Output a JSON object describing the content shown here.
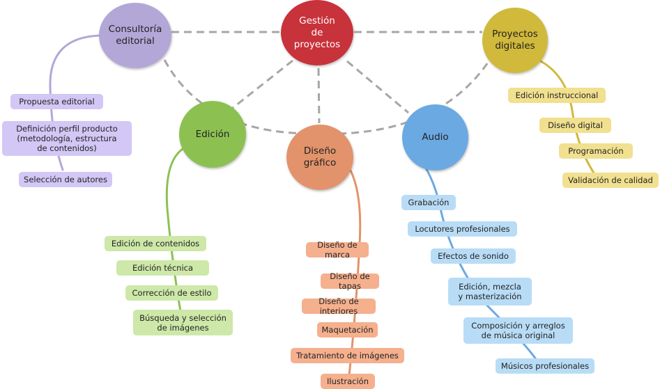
{
  "colors": {
    "gestion": "#c8323b",
    "consultoria": "#b3a7d8",
    "proyectos": "#d1b93b",
    "edicion": "#8cc152",
    "diseno": "#e2936b",
    "audio": "#6ba9e3",
    "dashes": "#a6a6a6"
  },
  "nodes": {
    "gestion": "Gestión\nde\nproyectos",
    "consultoria": "Consultoría\neditorial",
    "proyectos": "Proyectos\ndigitales",
    "edicion": "Edición",
    "diseno": "Diseño\ngráfico",
    "audio": "Audio"
  },
  "consultoria_items": [
    "Propuesta editorial",
    "Definición perfil producto\n(metodología, estructura\nde contenidos)",
    "Selección de autores"
  ],
  "edicion_items": [
    "Edición de contenidos",
    "Edición técnica",
    "Corrección de estilo",
    "Búsqueda y selección\nde imágenes"
  ],
  "diseno_items": [
    "Diseño de marca",
    "Diseño de tapas",
    "Diseño de interiores",
    "Maquetación",
    "Tratamiento de imágenes",
    "Ilustración"
  ],
  "audio_items": [
    "Grabación",
    "Locutores profesionales",
    "Efectos de sonido",
    "Edición, mezcla\ny masterización",
    "Composición y arreglos\nde música original",
    "Músicos profesionales"
  ],
  "proyectos_items": [
    "Edición instruccional",
    "Diseño digital",
    "Programación",
    "Validación de calidad"
  ]
}
